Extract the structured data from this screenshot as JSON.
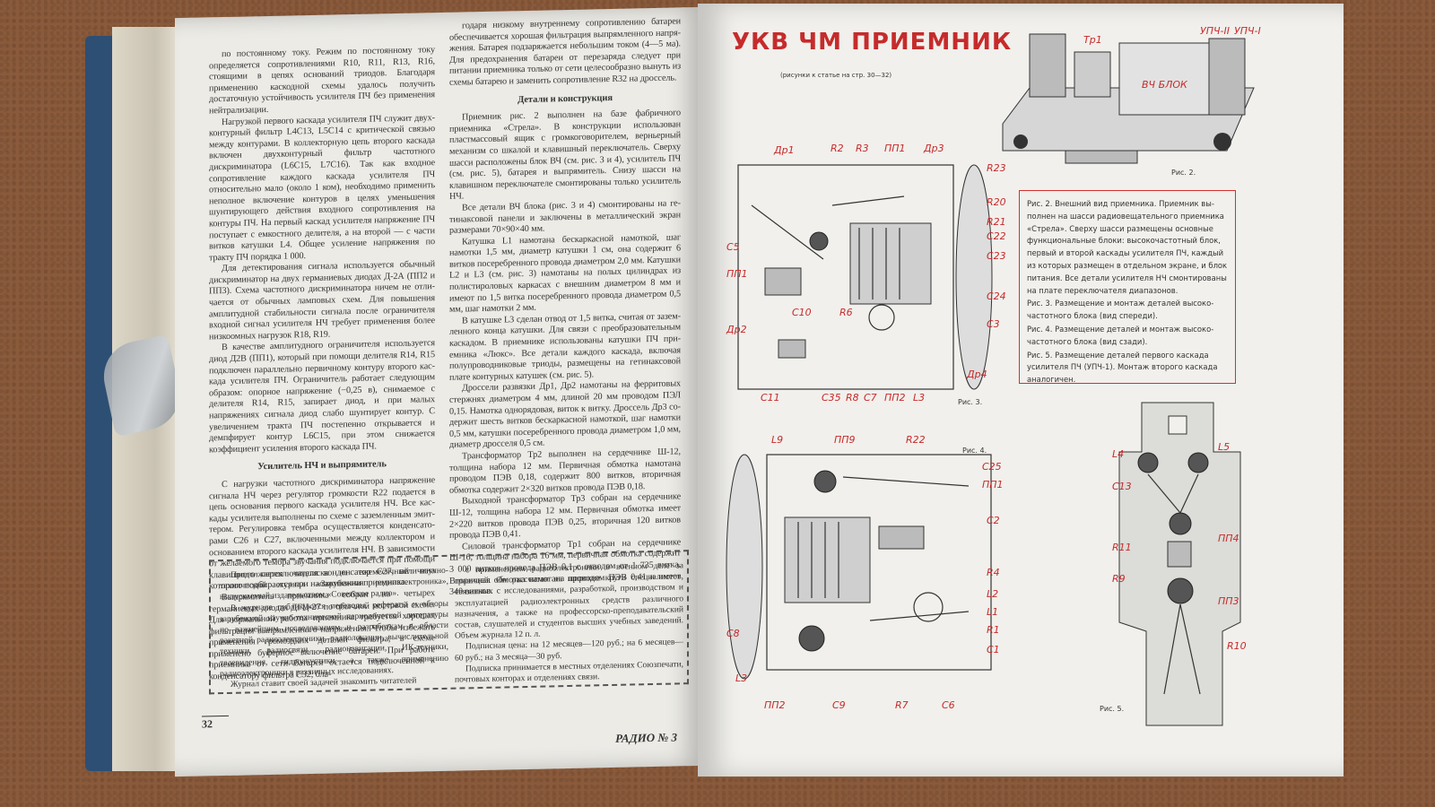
{
  "left_page": {
    "col1": {
      "p1": "по постоянному току. Режим по постоянному току опреде­ляется сопротивлениями R10, R11, R13, R16, стоящими в це­пях оснований триодов. Благодаря применению каскодной схемы удалось получить достаточную устойчивость уси­лителя ПЧ без применения нейтрализации.",
      "p2": "Нагрузкой первого каскада усилителя ПЧ служит двух­контурный фильтр L4C13, L5C14 с критической связью между контурами. В коллекторную цепь второго каскада включен двухконтурный фильтр частотного дискриминатора (L6C15, L7C16). Так как входное сопротивление каждого каскада усилителя ПЧ относительно мало (около 1 ком), необходимо применить неполное включение контуров в целях умень­шения шунтирующего действия входного сопротивления на контуры ПЧ. На первый каскад усилителя напряжение ПЧ поступает с емкостного делителя, а на второй — с части витков катушки L4. Общее усиление напряжения по тракту ПЧ порядка 1 000.",
      "p3": "Для детектирования сигнала используется обычный дис­криминатор на двух германиевых диодах Д-2А (ПП2 и ПП3). Схема частотного дискриминатора ничем не отли­чается от обычных ламповых схем. Для повышения ампли­тудной стабильности сигнала после ограничителя входной сигнал усилителя НЧ требует применения более низкоомных нагрузок R18, R19.",
      "p4": "В качестве амплитудного ограничителя используется диод Д2В (ПП1), который при помощи делителя R14, R15 подключен параллельно первичному контуру второго кас­када усилителя ПЧ. Ограничитель работает следующим образом: опорное напряжение (−0,25 в), снимаемое с делителя R14, R15, запирает диод, и при малых напряжениях сигнала диод слабо шунтирует контур. С увеличением тракта ПЧ постепенно открывается и демпфирует контур L6C15, при этом снижается коэффициент усиления второго каскада ПЧ.",
      "h1": "Усилитель НЧ и выпрямитель",
      "p5": "С нагрузки частотного дискриминатора напряжение сигнала НЧ через регулятор громкости R22 подается в цепь основания первого каскада усилителя НЧ. Все кас­кады усилителя выполнены по схеме с заземленным эмит­тером. Регулировка тембра осуществляется конденсато­рами C26 и C27, включенными между коллектором и основа­нием второго каскада усилителя НЧ. В зависимости от желаемого тембра звучания подключается при помощи клавишного переключателя конденсатор C27, величина которого подбирается при налаживании приемника.",
      "p6": "Выпрямитель приемника собран на четырех германиевых диодах ДГЦ-27 по обычной мостовой схеме. Для нор­мальной работы приемника требуется хорошая фильтрация выпрямленного напряжения. Чтобы избежать применения громоздких деталей фильтра, в схеме применено буферное включение батареи. При работе приемника от сети батарея остается подключенной к конденсатору фильтра C32, бла-"
    },
    "col2": {
      "p1": "годаря низкому внутреннему сопротивлению батареи обес­печивается хорошая фильтрация выпрямленного напря­жения. Батарея подзаряжается небольшим током (4—5 ма). Для предохранения батареи от перезаряда следует при питании приемника только от сети целесообразно вынуть из схемы батарею и заменить сопротивление R32 на дроссель.",
      "h1": "Детали и конструкция",
      "p2": "Приемник рис. 2 выполнен на базе фабричного приемника «Стрела». В конструкции использован пластмассовый ящик с громкоговорителем, верньерный механизм со шкалой и клавишный переключатель. Сверху шасси расположены блок ВЧ (см. рис. 3 и 4), усилитель ПЧ (см. рис. 5), батарея и выпрямитель. Снизу шасси на клавишном переключа­теле смонтированы только усилитель НЧ.",
      "p3": "Все детали ВЧ блока (рис. 3 и 4) смонтированы на ге­тинаксовой панели и заключены в металлический экран размерами 70×90×40 мм.",
      "p4": "Катушка L1 намотана бескаркасной намоткой, шаг намотки 1,5 мм, диаметр катушки 1 см, она содержит 6 витков посеребренного провода диаметром 2,0 мм. Ка­тушки L2 и L3 (см. рис. 3) намотаны на полых цилиндрах из полистироловых каркасах с внешним диаметром 8 мм и имеют по 1,5 витка посеребренного провода диа­метром 0,5 мм, шаг намотки 2 мм.",
      "p5": "В катушке L3 сделан отвод от 1,5 витка, считая от зазем­ленного конца катушки. Для связи с преобразовательным каскадом. В приемнике использованы катушки ПЧ при­емника «Люкс». Все детали каждого каскада, включая полупроводниковые триоды, размещены на гетинаксовой плате контурных катушек (см. рис. 5).",
      "p6": "Дроссели развязки Др1, Др2 намотаны на ферритовых стержнях диаметром 4 мм, длиной 20 мм проводом ПЭЛ 0,15. Намотка однорядовая, виток к витку. Дроссель Др3 со­держит шесть витков бескаркасной намоткой, шаг намотки 0,5 мм, катушки посеребренного провода диаметром 1,0 мм, диаметр дросселя 0,5 см.",
      "p7": "Трансформатор Тр2 выполнен на сердечнике Ш-12, толщина набора 12 мм. Первичная обмотка намотана проводом ПЭВ 0,18, содержит 800 витков, вторичная обмотка содержит 2×320 витков провода ПЭВ 0,18.",
      "p8": "Выходной трансформатор Тр3 собран на сердечнике Ш-12, толщина набора 12 мм. Первичная обмотка имеет 2×220 витков провода ПЭВ 0,25, вторичная 120 витков провода ПЭВ 0,41.",
      "p9": "Силовой трансформатор Тр1 собран на сердечнике Ш-16, толщина набора 16 мм, первичная обмотка содержит 3 000 витков провода ПЭВ 0,1 с отводом от 1 735 витка. Вторичная обмотка намотана проводом ПЭВ 0,41 и имеет 340 витков."
    },
    "ad": {
      "p1": "Продолжается подписка на ежемесячный научно-технический журнал «Зарубежная радиоэлектроника», выпускаемый издательством «Советское радио».",
      "p2": "В журнале публикуются переводы, рефераты и об­зоры зарубежной научно-технической периодической литературы по важнейшим исследованиям и разра­боткам в области ракетной радиоэлектроники, радио­локации, вычислительной техники, радиосвязи, радио­навигации, ИК-техники, телевидения, гидроакустики, а также применению радиоэлектроники в различных исследованиях.",
      "p3": "Журнал ставит своей задачей знакомить читателей",
      "p4": "с применением радиоэлектроники в военном деле за границей. Он рассчитан на широкие круги специали­стов, связанных с исследованиями, разработкой, производством и эксплуатацией радиоэлектронных средств различного назначения, а также на профес­сорско-преподавательский состав, слушателей и сту­дентов высших учебных заведений. Объем журнала 12 п. л.",
      "p5": "Подписная цена: на 12 месяцев—120 руб.; на 6 ме­сяцев—60 руб.; на 3 месяца—30 руб.",
      "p6": "Подписка принимается в местных отделениях Союз­печати, почтовых конторах и отделениях связи."
    },
    "page_number": "32",
    "footer": "РАДИО № 3"
  },
  "right_page": {
    "title": "УКВ ЧМ ПРИЕМНИК",
    "subtitle": "(рисунки к статье на стр. 30—32)",
    "captions": {
      "c1": "Рис. 2. Внешний вид приемника. Приемник вы­полнен на шасси радиовещательного приемника «Стрела». Сверху шасси размещены основные функциональные блоки: высокочастотный блок, первый и второй каскады усилителя ПЧ, каждый из которых размещен в отдельном экране, и блок питания. Все детали усилителя НЧ смонти­рованы на плате переключателя диапазонов.",
      "c2": "Рис. 3. Размещение и монтаж деталей высоко­частотного блока (вид спереди).",
      "c3": "Рис. 4. Размещение деталей и монтаж высоко­частотного блока (вид сзади).",
      "c4": "Рис. 5. Размещение деталей первого каскада усилителя ПЧ (УПЧ-1). Монтаж второго каскада аналогичен."
    },
    "figure_labels": {
      "fig2": "Рис. 2.",
      "fig3": "Рис. 3.",
      "fig4": "Рис. 4.",
      "fig5": "Рис. 5."
    },
    "fig2_labels": {
      "tr": "Тр1",
      "upch2": "УПЧ-II",
      "upch1": "УПЧ-I",
      "vch": "ВЧ БЛОК"
    },
    "fig3_labels": [
      "Др1",
      "R2",
      "R3",
      "ПП1",
      "Др3",
      "R23",
      "C5",
      "ПП1",
      "R20",
      "R21",
      "C22",
      "C23",
      "C24",
      "C10",
      "C3",
      "Др2",
      "R6",
      "Др4",
      "C11",
      "C35",
      "R8",
      "C7",
      "ПП2",
      "L3"
    ],
    "fig4_labels": [
      "L9",
      "ПП9",
      "R22",
      "C25",
      "ПП1",
      "C2",
      "R4",
      "L2",
      "L1",
      "R1",
      "C1",
      "C8",
      "L3",
      "ПП2",
      "C9",
      "R7",
      "C6"
    ],
    "fig5_labels": [
      "L4",
      "L5",
      "C13",
      "ПП4",
      "R11",
      "R9",
      "ПП3",
      "R10"
    ]
  }
}
